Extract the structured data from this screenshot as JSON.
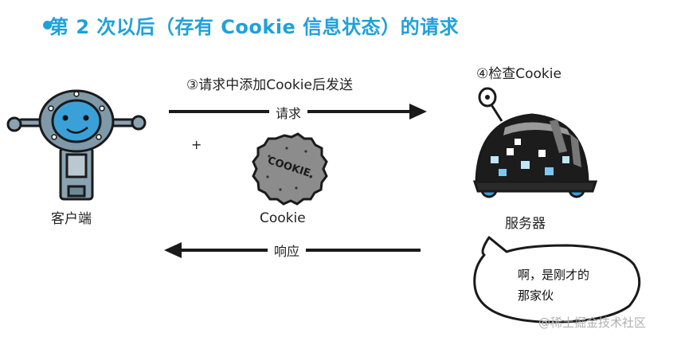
{
  "title": "第 2 次以后（存有 Cookie 信息状态）的请求",
  "step3": "③请求中添加Cookie后发送",
  "step4": "④检查Cookie",
  "request_label": "请求",
  "response_label": "响应",
  "plus": "+",
  "client_label": "客户端",
  "cookie_label": "Cookie",
  "cookie_stamp": "COOKIE.",
  "server_label": "服务器",
  "bubble_line1": "啊，是刚才的",
  "bubble_line2": "那家伙",
  "watermark": "@稀土掘金技术社区",
  "colors": {
    "accent": "#1ea1dc",
    "robot_blue": "#3aa0d8",
    "robot_steel": "#8aa3b2",
    "cookie_gray": "#8c8c8c",
    "server_dark": "#1c1c1c"
  }
}
